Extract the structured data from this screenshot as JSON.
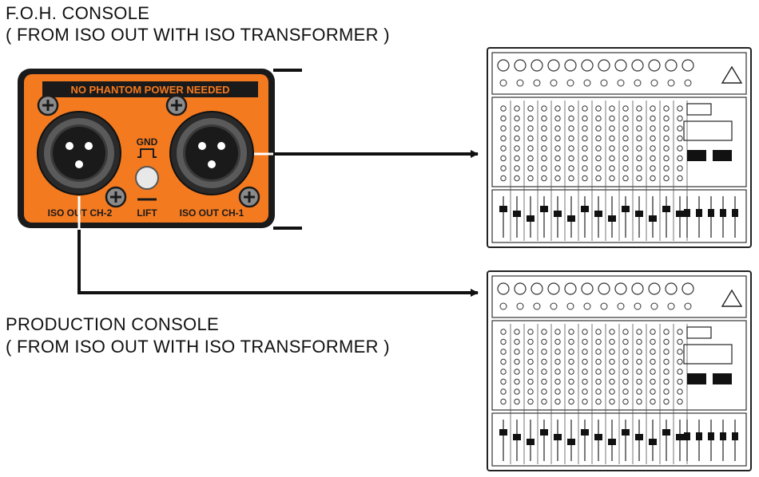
{
  "foh": {
    "title": "F.O.H. CONSOLE",
    "subtitle": "( FROM ISO OUT WITH ISO TRANSFORMER )"
  },
  "production": {
    "title": "PRODUCTION CONSOLE",
    "subtitle": "( FROM ISO OUT WITH ISO TRANSFORMER )"
  },
  "panel": {
    "banner": "NO PHANTOM POWER NEEDED",
    "gnd_label": "GND",
    "lift_label": "LIFT",
    "left_jack_label": "ISO OUT CH-2",
    "right_jack_label": "ISO OUT CH-1"
  },
  "colors": {
    "panel_orange": "#f47a20",
    "banner_black": "#1a1a1a",
    "line": "#111111"
  },
  "icons": {
    "ground_lift_symbol": "ground-lift-icon",
    "screw": "screw-icon",
    "xlr_jack": "xlr-jack-icon"
  }
}
